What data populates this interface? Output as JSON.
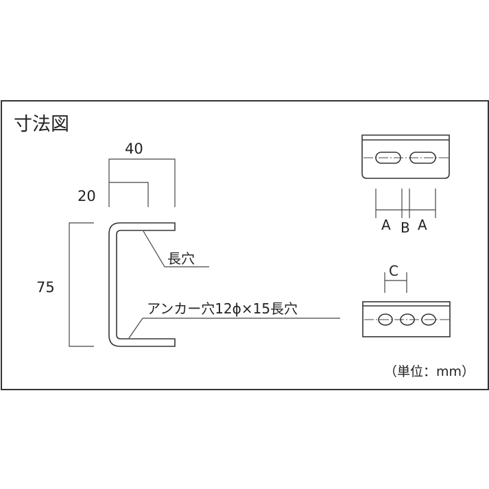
{
  "title": "寸法図",
  "section_view": {
    "dim_top_outer": "40",
    "dim_top_inner": "20",
    "dim_height": "75",
    "label_slot": "長穴",
    "label_anchor_hole": "アンカー穴12ϕ×15長穴"
  },
  "slot_view": {
    "dim_labels": [
      "A",
      "B",
      "A"
    ]
  },
  "hole_view": {
    "dim_label": "C"
  },
  "unit_note": "（単位：mm）",
  "colors": {
    "line": "#333333",
    "text": "#222222",
    "background": "#ffffff"
  }
}
